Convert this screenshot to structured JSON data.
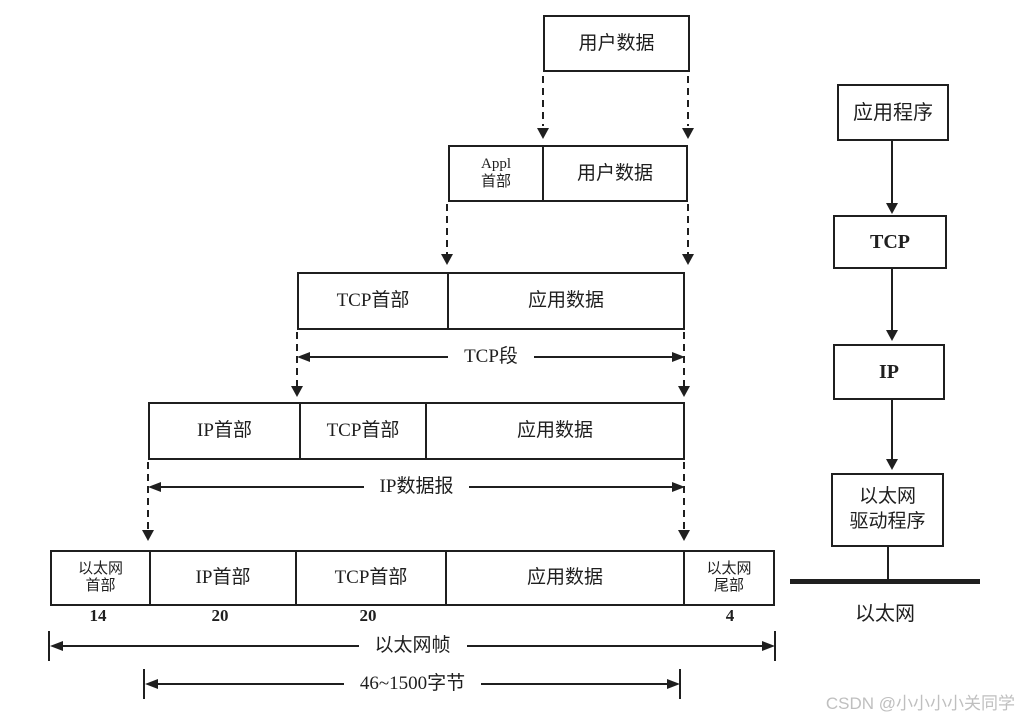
{
  "encapsulation": {
    "row1": {
      "cells": [
        "用户数据"
      ]
    },
    "row2": {
      "cells": [
        "Appl\n首部",
        "用户数据"
      ]
    },
    "row3": {
      "cells": [
        "TCP首部",
        "应用数据"
      ]
    },
    "row4": {
      "cells": [
        "IP首部",
        "TCP首部",
        "应用数据"
      ]
    },
    "row5": {
      "cells": [
        "以太网\n首部",
        "IP首部",
        "TCP首部",
        "应用数据",
        "以太网\n尾部"
      ]
    },
    "sizes": [
      "14",
      "20",
      "20",
      "4"
    ]
  },
  "dimensions": {
    "tcp_segment": "TCP段",
    "ip_datagram": "IP数据报",
    "ethernet_frame": "以太网帧",
    "byte_range": "46~1500字节"
  },
  "protocol_stack": {
    "application": "应用程序",
    "tcp": "TCP",
    "ip": "IP",
    "ethernet_driver": "以太网\n驱动程序",
    "network_label": "以太网"
  },
  "watermark": "CSDN @小小小小关同学",
  "colors": {
    "ink": "#1f1f1f",
    "background": "#ffffff",
    "watermark": "#bfbfbf"
  }
}
